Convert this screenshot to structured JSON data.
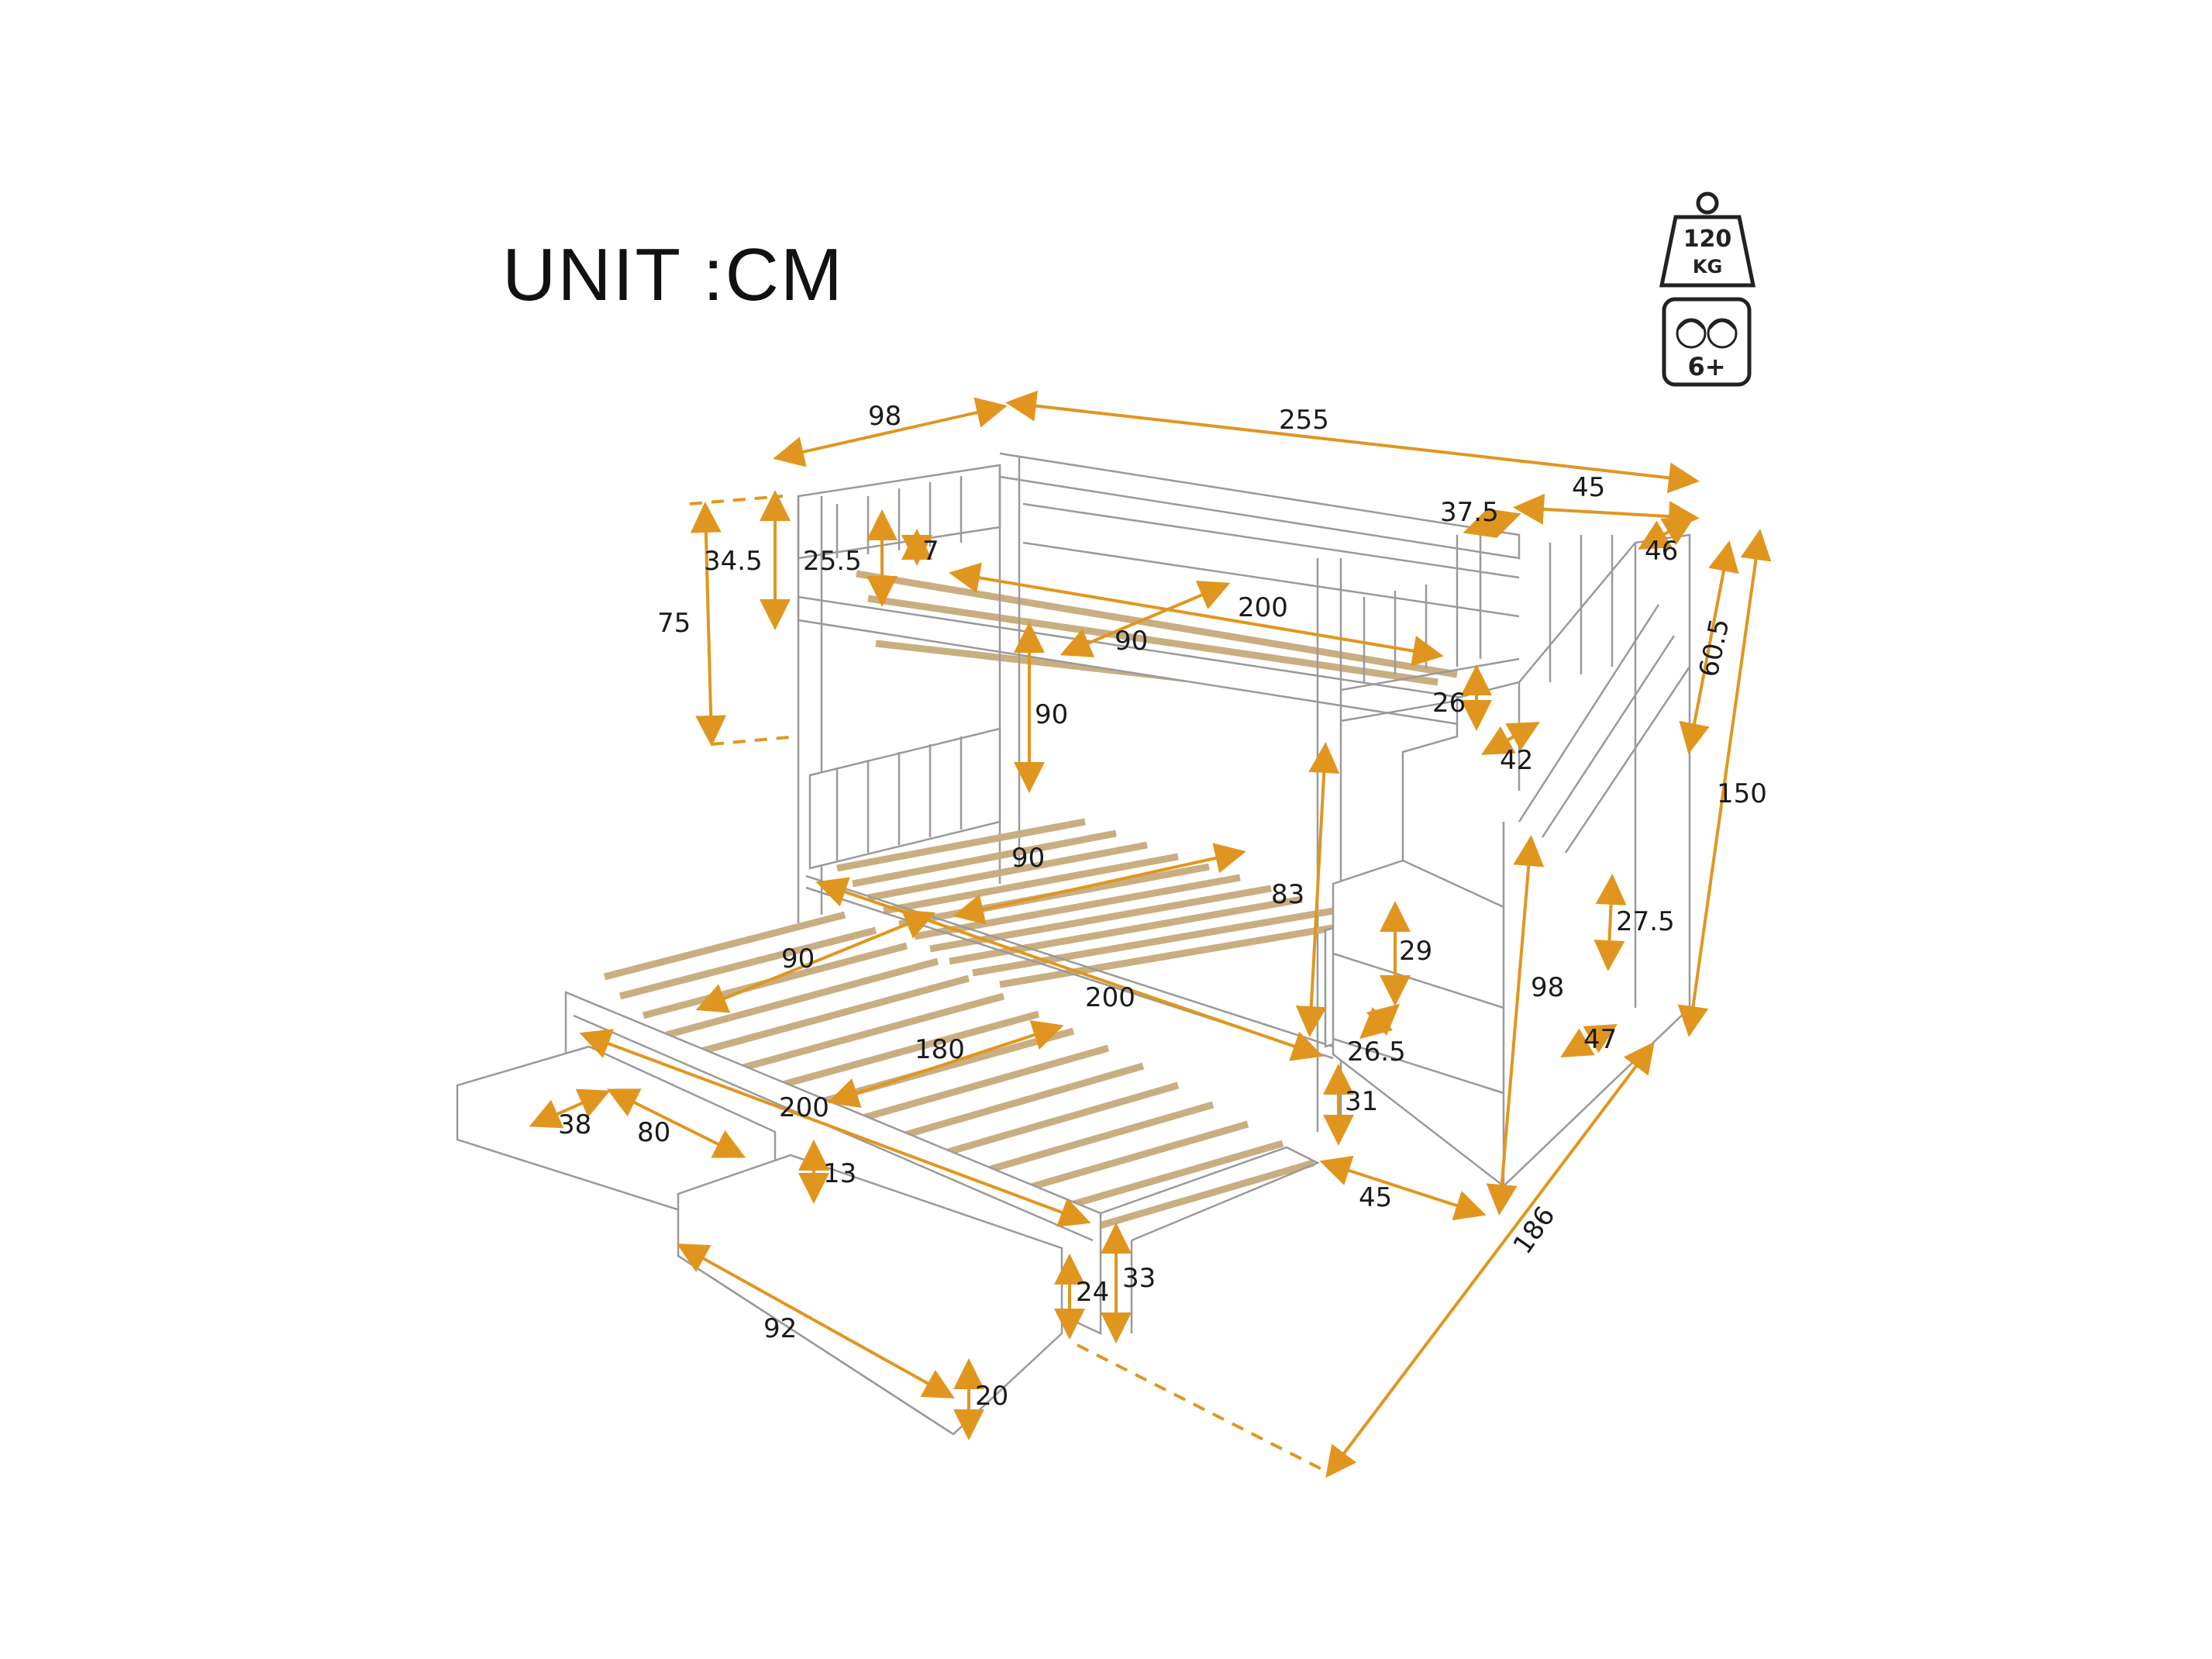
{
  "title": "UNIT :CM",
  "icons": {
    "weight": {
      "name": "weight-icon",
      "value": "120",
      "unit": "KG"
    },
    "age": {
      "name": "children-age-icon",
      "value": "6+"
    }
  },
  "colors": {
    "dimension_line": "#E0961E",
    "frame": "#9a9a9a",
    "slats": "#c9ae82"
  },
  "dimensions": {
    "top_depth": "98",
    "overall_length": "255",
    "stair_depth_top": "45",
    "stair_gap": "37.5",
    "stair_top_step": "46",
    "upper_front_height": "34.5",
    "upper_rail_height": "25.5",
    "upper_rail_gap": "7",
    "upper_mattress_length": "200",
    "upper_mattress_width": "90",
    "upper_side_height": "75",
    "stair_rail_height": "60.5",
    "overall_height": "150",
    "upper_end_gap": "26",
    "step_depth_1": "42",
    "lower_clearance": "90",
    "lower_back_width": "90",
    "lower_headroom": "83",
    "lower_front_width": "90",
    "lower_length": "200",
    "trundle_width": "180",
    "trundle_length": "200",
    "lower_guard_height": "29",
    "step_height": "27.5",
    "stair_height": "98",
    "step_gap": "26.5",
    "step_depth_2": "47",
    "bottom_step_height": "31",
    "stair_width": "45",
    "drawer_width": "38",
    "drawer_length_1": "80",
    "drawer_height_1": "13",
    "drawer_length_2": "92",
    "drawer_front": "24",
    "trundle_height": "33",
    "drawer_height_2": "20",
    "overall_depth": "186"
  }
}
